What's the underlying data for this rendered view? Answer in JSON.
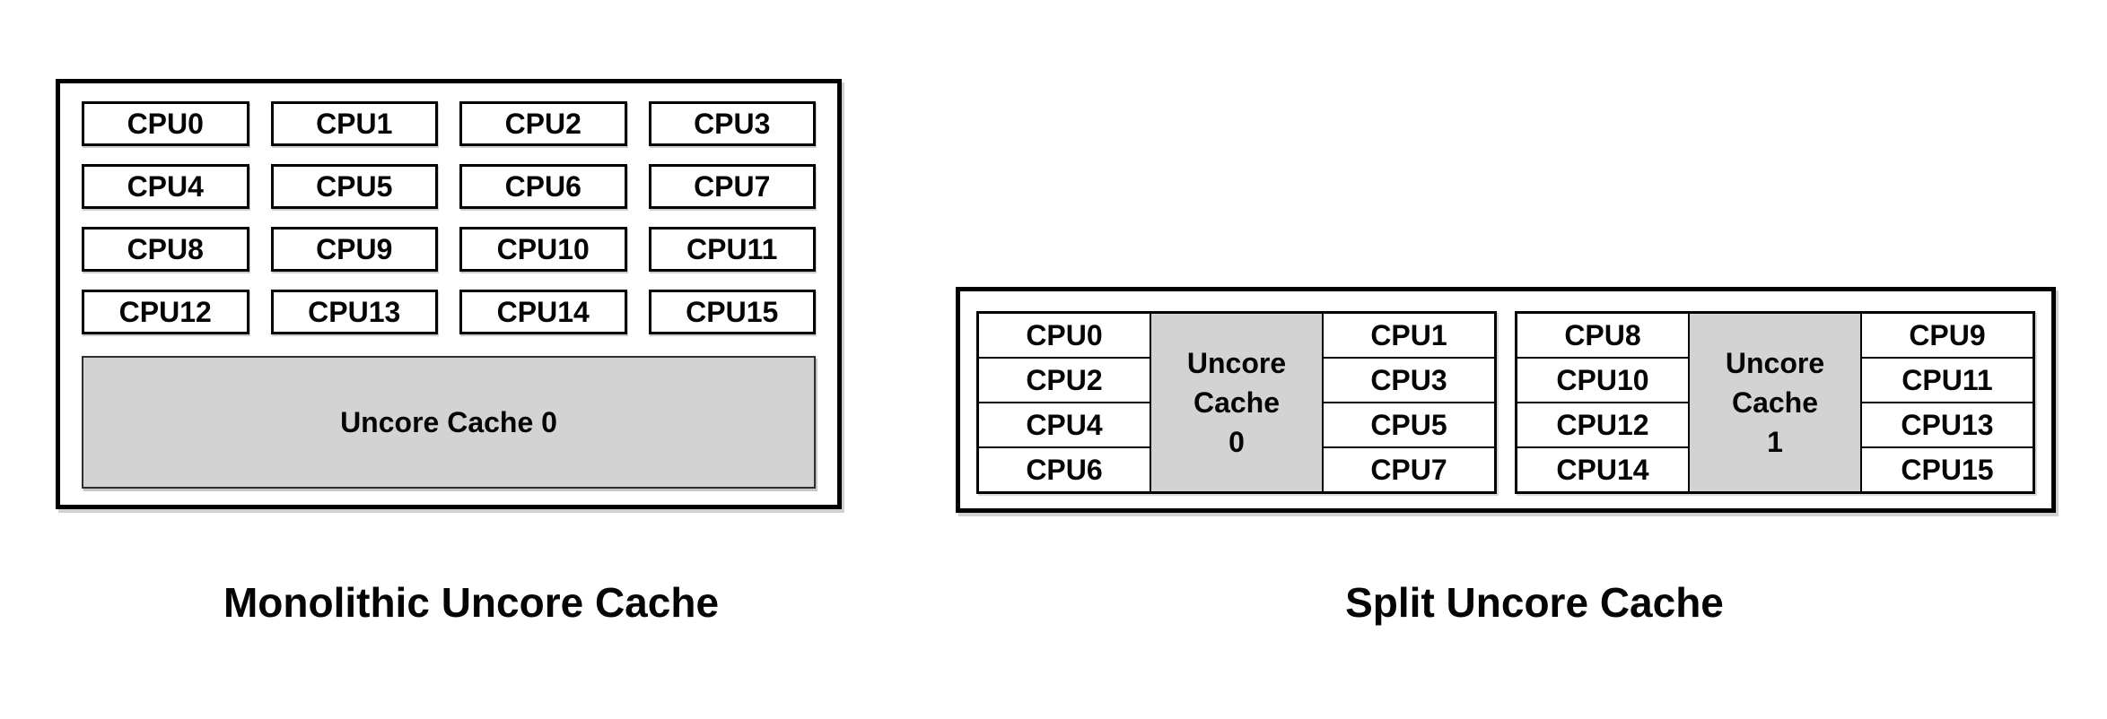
{
  "colors": {
    "background": "#ffffff",
    "line": "#000000",
    "cache_fill": "#d3d3d3",
    "text": "#050505"
  },
  "monolithic": {
    "caption": "Monolithic Uncore Cache",
    "cache_label": "Uncore Cache 0",
    "cpus": [
      "CPU0",
      "CPU1",
      "CPU2",
      "CPU3",
      "CPU4",
      "CPU5",
      "CPU6",
      "CPU7",
      "CPU8",
      "CPU9",
      "CPU10",
      "CPU11",
      "CPU12",
      "CPU13",
      "CPU14",
      "CPU15"
    ]
  },
  "split": {
    "caption": "Split Uncore Cache",
    "groups": [
      {
        "left_cpus": [
          "CPU0",
          "CPU2",
          "CPU4",
          "CPU6"
        ],
        "cache_lines": [
          "Uncore",
          "Cache",
          "0"
        ],
        "right_cpus": [
          "CPU1",
          "CPU3",
          "CPU5",
          "CPU7"
        ]
      },
      {
        "left_cpus": [
          "CPU8",
          "CPU10",
          "CPU12",
          "CPU14"
        ],
        "cache_lines": [
          "Uncore",
          "Cache",
          "1"
        ],
        "right_cpus": [
          "CPU9",
          "CPU11",
          "CPU13",
          "CPU15"
        ]
      }
    ]
  }
}
